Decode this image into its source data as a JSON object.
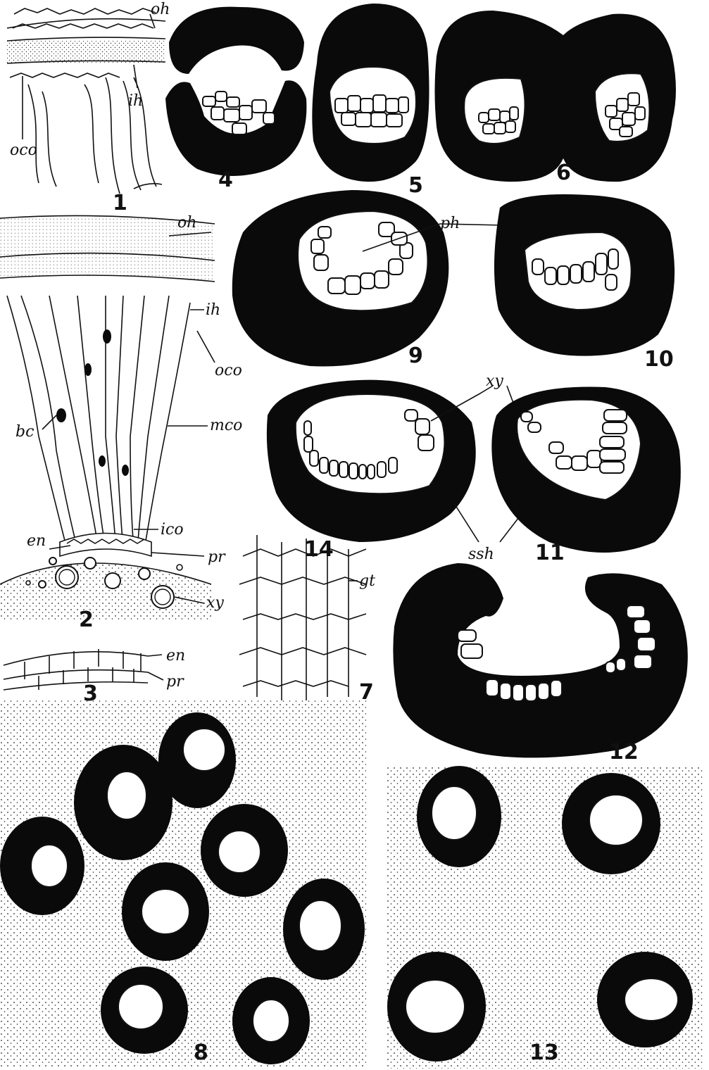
{
  "figure_numbers": {
    "f1": "1",
    "f2": "2",
    "f3": "3",
    "f4": "4",
    "f5": "5",
    "f6": "6",
    "f7": "7",
    "f8": "8",
    "f9": "9",
    "f10": "10",
    "f11": "11",
    "f12": "12",
    "f13": "13",
    "f14": "14"
  },
  "labels": {
    "fig1": {
      "oh": "oh",
      "ih": "ih",
      "oco": "oco"
    },
    "fig2": {
      "oh": "oh",
      "ih": "ih",
      "oco": "oco",
      "mco": "mco",
      "bc": "bc",
      "ico": "ico",
      "en": "en",
      "pr": "pr",
      "xy": "xy"
    },
    "fig3": {
      "en": "en",
      "pr": "pr"
    },
    "fig7": {
      "gt": "gt"
    },
    "fig9_10": {
      "ph": "ph"
    },
    "fig14_11": {
      "xy": "xy",
      "ssh": "ssh"
    }
  },
  "colors": {
    "ink": "#0a0a0a",
    "paper": "#ffffff"
  }
}
